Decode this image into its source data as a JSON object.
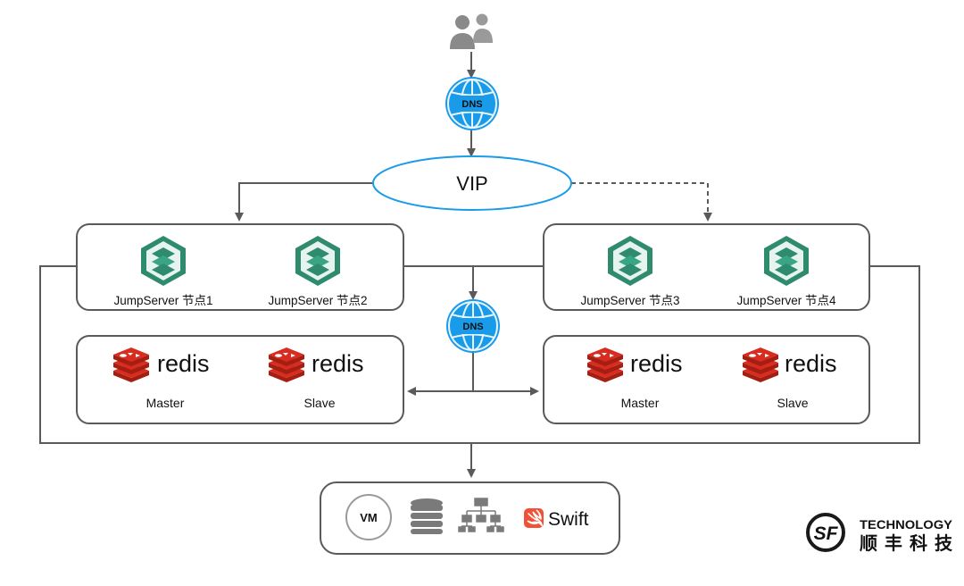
{
  "dns_label": "DNS",
  "vip_label": "VIP",
  "left_cluster": {
    "nodes": [
      "JumpServer 节点1",
      "JumpServer 节点2"
    ],
    "redis_text": "redis",
    "redis_roles": [
      "Master",
      "Slave"
    ]
  },
  "right_cluster": {
    "nodes": [
      "JumpServer 节点3",
      "JumpServer 节点4"
    ],
    "redis_text": "redis",
    "redis_roles": [
      "Master",
      "Slave"
    ]
  },
  "assets": {
    "vm_label": "VM",
    "swift_label": "Swift"
  },
  "brand": {
    "line1": "TECHNOLOGY",
    "line2": "顺丰科技",
    "mark": "SF"
  },
  "colors": {
    "line": "#5a5a5a",
    "dns_blue": "#1a9bea",
    "vip_stroke": "#1a9bea",
    "jumpserver_green": "#2e8b6e",
    "redis_red": "#c6302b",
    "swift_orange": "#f05138"
  }
}
